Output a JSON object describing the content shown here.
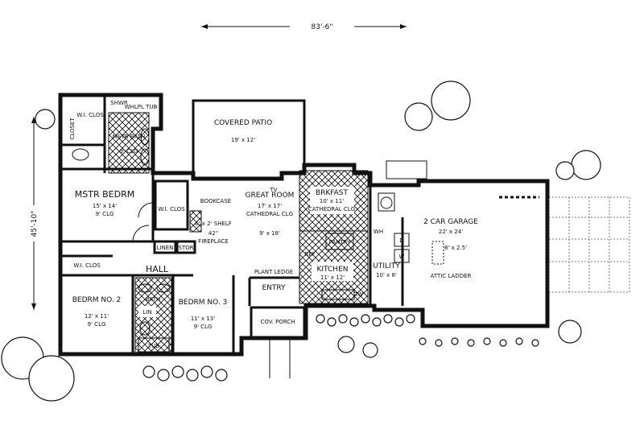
{
  "dimensions": {
    "overall_width": "83'-6\"",
    "overall_depth": "45'-10\""
  },
  "rooms": {
    "covered_patio": {
      "name": "COVERED PATIO",
      "size": "19' x 12'"
    },
    "mstr_bath": {
      "name": "MSTR BATH",
      "ceiling": "9' CLG"
    },
    "wi_clos_bath": "W.I. CLOS",
    "closet": "CLOSET",
    "shwr": "SHWR",
    "whlpl_tub": "WHLPL TUB",
    "mstr_bedrm": {
      "name": "MSTR BEDRM",
      "size": "15' x 14'",
      "ceiling": "9' CLG"
    },
    "wi_clos_bedrm": "W.I. CLOS",
    "bookcase": "BOOKCASE",
    "tv": "TV",
    "great_room": {
      "name": "GREAT ROOM",
      "size": "17' x 17'",
      "ceiling": "CATHEDRAL CLG"
    },
    "fireplace": {
      "name": "FIREPLACE",
      "size": "42\""
    },
    "shelf_note": "6' x 2' SHELF",
    "ceiling_note": "9' x 18'",
    "brkfast": {
      "name": "BRKFAST",
      "size": "10' x 11'",
      "ceiling": "CATHEDRAL CLG"
    },
    "pantry": "PANTRY",
    "kitchen": {
      "name": "KITCHEN",
      "size": "11' x 12'"
    },
    "utility": {
      "name": "UTILITY",
      "size": "10' x 8'"
    },
    "garage": {
      "name": "2 CAR GARAGE",
      "size": "22' x 24'"
    },
    "attic_ladder": "ATTIC LADDER",
    "shelf_small": "8' x 2.5'",
    "linen": "LINEN",
    "stor": "STOR",
    "hall": "HALL",
    "wi_clos_hall": "W.I. CLOS",
    "bedrm2": {
      "name": "BEDRM NO. 2",
      "size": "12' x 11'",
      "ceiling": "9' CLG"
    },
    "bedrm3": {
      "name": "BEDRM NO. 3",
      "size": "11' x 13'",
      "ceiling": "9' CLG"
    },
    "bath": "BATH",
    "lin": "LIN",
    "tub": "TUB",
    "entry": "ENTRY",
    "cov_porch": "COV. PORCH",
    "plant_ledge": "PLANT LEDGE",
    "ref": "REF",
    "dw": "DW",
    "wh": "WH",
    "d": "D",
    "w": "W"
  }
}
